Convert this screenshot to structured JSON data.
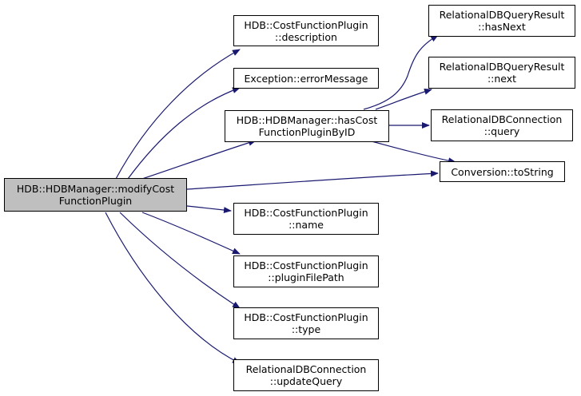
{
  "nodes": {
    "root": [
      "HDB::HDBManager::modifyCost",
      "FunctionPlugin"
    ],
    "description": [
      "HDB::CostFunctionPlugin",
      "::description"
    ],
    "errorMessage": [
      "Exception::errorMessage"
    ],
    "hasCost": [
      "HDB::HDBManager::hasCost",
      "FunctionPluginByID"
    ],
    "name": [
      "HDB::CostFunctionPlugin",
      "::name"
    ],
    "pluginFilePath": [
      "HDB::CostFunctionPlugin",
      "::pluginFilePath"
    ],
    "type": [
      "HDB::CostFunctionPlugin",
      "::type"
    ],
    "updateQuery": [
      "RelationalDBConnection",
      "::updateQuery"
    ],
    "hasNext": [
      "RelationalDBQueryResult",
      "::hasNext"
    ],
    "next": [
      "RelationalDBQueryResult",
      "::next"
    ],
    "query": [
      "RelationalDBConnection",
      "::query"
    ],
    "toString": [
      "Conversion::toString"
    ]
  },
  "colors": {
    "edge": "#191970",
    "root_fill": "#bfbfbf",
    "node_fill": "#ffffff",
    "border": "#000000"
  },
  "edges": [
    [
      "root",
      "description"
    ],
    [
      "root",
      "errorMessage"
    ],
    [
      "root",
      "hasCost"
    ],
    [
      "root",
      "toString"
    ],
    [
      "root",
      "name"
    ],
    [
      "root",
      "pluginFilePath"
    ],
    [
      "root",
      "type"
    ],
    [
      "root",
      "updateQuery"
    ],
    [
      "hasCost",
      "hasNext"
    ],
    [
      "hasCost",
      "next"
    ],
    [
      "hasCost",
      "query"
    ],
    [
      "hasCost",
      "toString"
    ]
  ]
}
